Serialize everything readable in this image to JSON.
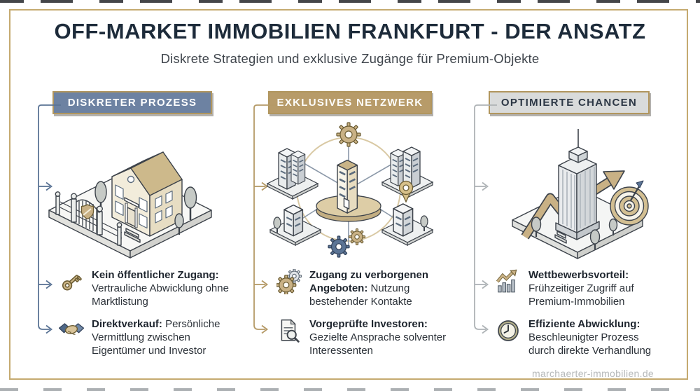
{
  "page": {
    "title": "OFF-MARKET IMMOBILIEN FRANKFURT - DER ANSATZ",
    "subtitle": "Diskrete Strategien und exklusive Zugänge für Premium-Objekte",
    "footer": "marchaerter-immobilien.de"
  },
  "colors": {
    "frame_gold": "#c5aa70",
    "title_navy": "#1d2b3a",
    "badge1_bg": "#6d82a2",
    "badge2_bg": "#b79b69",
    "badge3_bg": "#d9dbdb",
    "connector1": "#5b7495",
    "connector2": "#b59a67",
    "connector3": "#aeb3b6",
    "accent_tan": "#c9b185",
    "accent_slate": "#5b7495",
    "text_dark": "#2b3138",
    "footer_gray": "#b6b9ba"
  },
  "columns": [
    {
      "badge": "DISKRETER PROZESS",
      "illustration": "villa-estate",
      "bullets": [
        {
          "icon": "key-icon",
          "bold": "Kein öffentlicher Zugang:",
          "text": "Vertrauliche Abwicklung ohne Marktlistung"
        },
        {
          "icon": "handshake-icon",
          "bold": "Direktverkauf:",
          "text": "Persönliche Vermittlung zwischen Eigentümer und Investor"
        }
      ]
    },
    {
      "badge": "EXKLUSIVES NETZWERK",
      "illustration": "building-network",
      "bullets": [
        {
          "icon": "gears-icon",
          "bold": "Zugang zu verborgenen Angeboten:",
          "text": "Nutzung bestehender Kontakte"
        },
        {
          "icon": "document-magnifier-icon",
          "bold": "Vorgeprüfte Investoren:",
          "text": "Gezielte Ansprache solventer Interessenten"
        }
      ]
    },
    {
      "badge": "OPTIMIERTE CHANCEN",
      "illustration": "growth-tower-target",
      "bullets": [
        {
          "icon": "chart-arrow-icon",
          "bold": "Wettbewerbsvorteil:",
          "text": "Frühzeitiger Zugriff auf Premium-Immobilien"
        },
        {
          "icon": "clock-icon",
          "bold": "Effiziente Abwicklung:",
          "text": "Beschleunigter Prozess durch direkte Verhandlung"
        }
      ]
    }
  ]
}
